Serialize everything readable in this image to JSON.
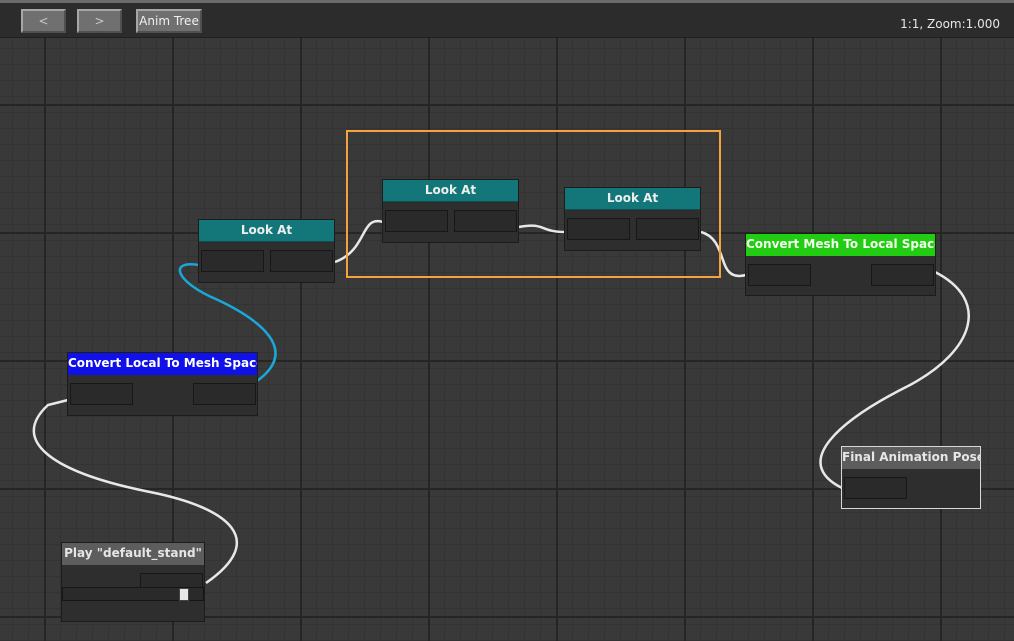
{
  "toolbar": {
    "back_label": "<",
    "forward_label": ">",
    "anim_tree_label": "Anim Tree",
    "zoom_text": "1:1, Zoom:1.000"
  },
  "nodes": {
    "look_at_1": {
      "title": "Look At"
    },
    "look_at_2": {
      "title": "Look At"
    },
    "look_at_3": {
      "title": "Look At"
    },
    "convert_local_to_mesh": {
      "title": "Convert Local To Mesh Space"
    },
    "convert_mesh_to_local": {
      "title": "Convert Mesh To Local Space"
    },
    "final_pose": {
      "title": "Final Animation Pose"
    },
    "play_default_stand": {
      "title": "Play \"default_stand\"",
      "slider_level": 0.88
    }
  },
  "colors": {
    "teal_header": "#137779",
    "blue_header": "#1010e8",
    "green_header": "#22cc12",
    "gray_header": "#5d5d5d",
    "selection": "#f7a040",
    "wire_white": "#e8e8e8",
    "wire_selected": "#1aa8d8"
  }
}
